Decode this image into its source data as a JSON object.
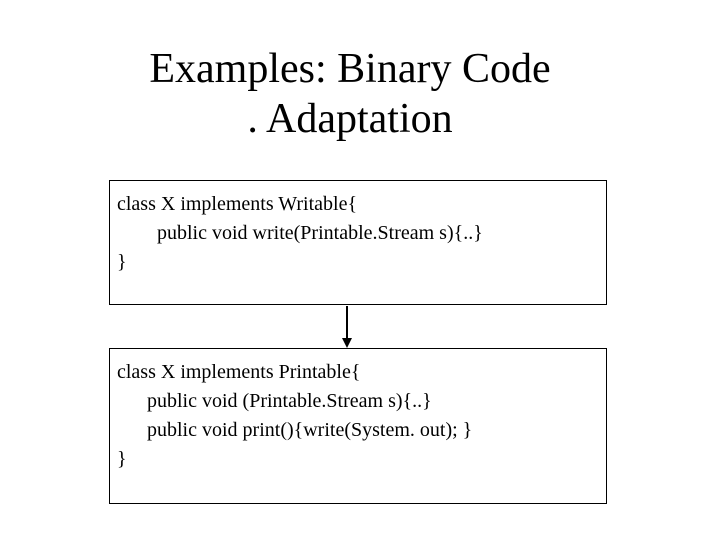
{
  "slide": {
    "title_line1": "Examples: Binary Code",
    "title_line2": ". Adaptation"
  },
  "box_writable": {
    "lines": [
      "class X implements Writable{",
      "        public void write(Printable.Stream s){..}",
      "}"
    ]
  },
  "box_printable": {
    "lines": [
      "class X implements Printable{",
      "      public void (Printable.Stream s){..}",
      "      public void print(){write(System. out); }",
      "}"
    ]
  },
  "colors": {
    "text": "#000000",
    "border": "#000000",
    "background": "#ffffff"
  }
}
